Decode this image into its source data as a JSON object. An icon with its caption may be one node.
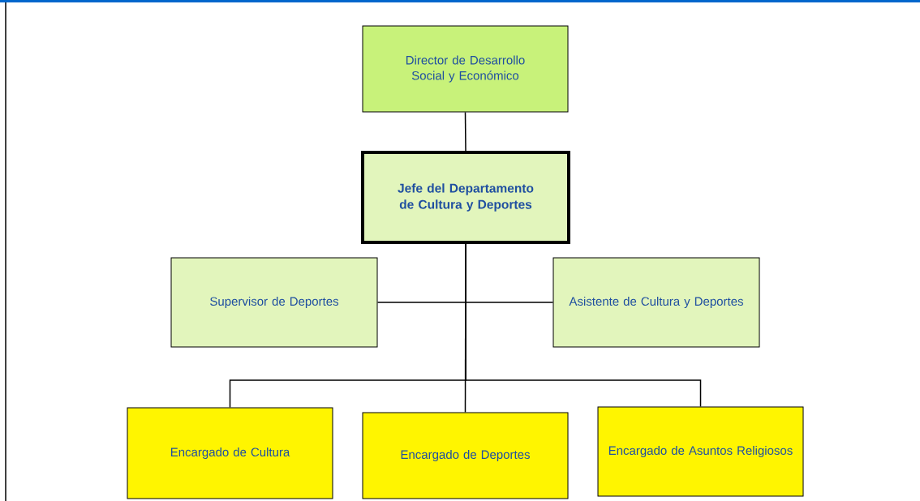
{
  "diagram": {
    "nodes": [
      {
        "text": [
          "Director de Desarrollo Social y Económico"
        ]
      },
      {
        "text": [
          "Jefe del Departamento de Cultura y Deportes"
        ]
      },
      {
        "text": [
          "Supervisor de Deportes"
        ]
      },
      {
        "text": [
          "Asistente de Cultura y Deportes"
        ]
      },
      {
        "text": [
          "Encargado de Cultura"
        ]
      },
      {
        "text": [
          "Encargado de Deportes"
        ]
      },
      {
        "text": [
          "Encargado de Asuntos Religiosos"
        ]
      }
    ],
    "edges": [
      {
        "from": 0,
        "to": 1,
        "arrow": "none"
      },
      {
        "from": 1,
        "to": 2,
        "arrow": "none"
      },
      {
        "from": 1,
        "to": 3,
        "arrow": "none"
      },
      {
        "from": 1,
        "to": 4,
        "arrow": "none"
      },
      {
        "from": 1,
        "to": 5,
        "arrow": "none"
      },
      {
        "from": 1,
        "to": 6,
        "arrow": "none"
      }
    ]
  }
}
